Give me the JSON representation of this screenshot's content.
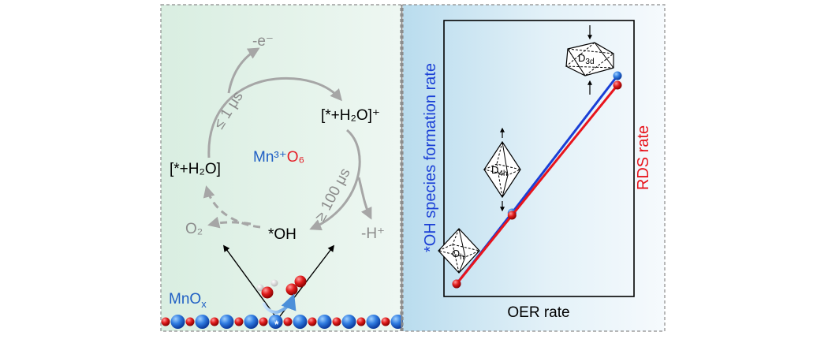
{
  "colors": {
    "panel_border": "#8c8c8c",
    "left_bg_start": "#dff0e6",
    "left_bg_end": "#eef7f1",
    "right_bg_start": "#bde0ef",
    "right_bg_end": "#f4f9fc",
    "arrow_gray": "#a6a6a6",
    "blue": "#1f5fc4",
    "red": "#e41e26",
    "series_blue": "#1a3fd6",
    "series_red": "#e8141c",
    "black": "#000000"
  },
  "left_panel": {
    "electron_loss": "-e⁻",
    "step_fast": "≤ 1 μs",
    "species_adsorbed": "[*+H₂O]⁺",
    "species_water": "[*+H₂O]",
    "center_metal": "Mn³⁺",
    "center_ligand": "O₆",
    "step_slow": "≥ 100 μs",
    "hydroxyl": "*OH",
    "oxygen_out": "O₂",
    "proton_loss": "-H⁺",
    "surface_main": "MnO",
    "surface_sub": "x",
    "site_marker": "*"
  },
  "chart_data": {
    "type": "line",
    "xlabel": "OER rate",
    "ylabel_left": "*OH species formation rate",
    "ylabel_right": "RDS rate",
    "series": [
      {
        "color": "blue",
        "x": [
          0.0,
          0.31,
          0.9
        ],
        "y": [
          0.0,
          0.3,
          0.88
        ]
      },
      {
        "color": "red",
        "x": [
          0.0,
          0.31,
          0.9
        ],
        "y": [
          0.0,
          0.29,
          0.84
        ]
      }
    ],
    "annotations": [
      {
        "symmetry": "O",
        "subscript": "h"
      },
      {
        "symmetry": "D",
        "subscript": "4h"
      },
      {
        "symmetry": "D",
        "subscript": "3d"
      }
    ]
  }
}
